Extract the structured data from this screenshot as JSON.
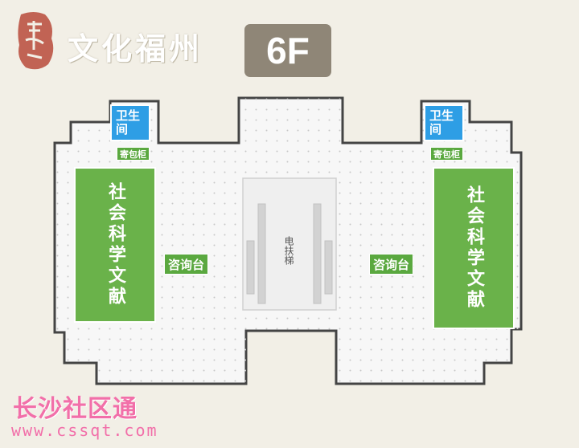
{
  "header": {
    "title": "文化福州",
    "floor": "6F",
    "logo_color": "#b84a3a"
  },
  "map": {
    "wall_color": "#444444",
    "floor_color": "#f7f7f7",
    "dot_color": "#c8c8c8",
    "restroom_left": "卫生间",
    "restroom_right": "卫生间",
    "locker_left": "寄包柜",
    "locker_right": "寄包柜",
    "info_left": "咨询台",
    "info_right": "咨询台",
    "section_left": "社会科学文献",
    "section_right": "社会科学文献",
    "escalator": "电扶梯",
    "restroom_color": "#2e9ee5",
    "section_color": "#6ab24a"
  },
  "watermark": {
    "title": "长沙社区通",
    "url": "www.cssqt.com",
    "color": "#f26fa9"
  }
}
